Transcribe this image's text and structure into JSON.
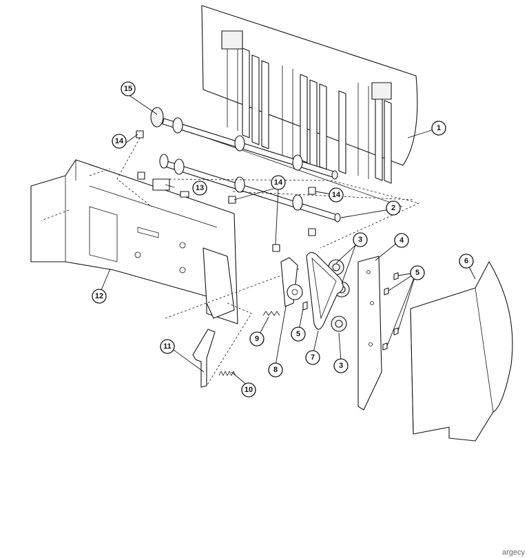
{
  "callouts": {
    "c1": "1",
    "c2": "2",
    "c3a": "3",
    "c3b": "3",
    "c4": "4",
    "c5a": "5",
    "c5b": "5",
    "c6": "6",
    "c7": "7",
    "c8": "8",
    "c9": "9",
    "c10": "10",
    "c11": "11",
    "c12": "12",
    "c13": "13",
    "c14a": "14",
    "c14b": "14",
    "c14c": "14",
    "c15": "15"
  },
  "watermark": "argecy"
}
